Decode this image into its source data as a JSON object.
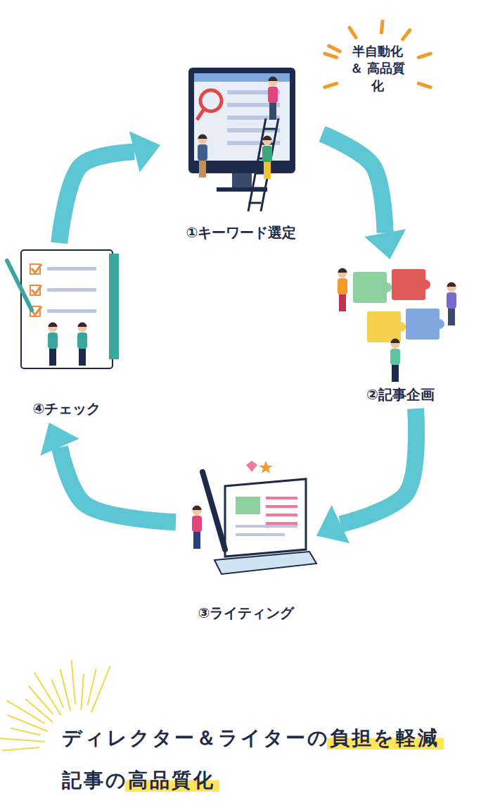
{
  "diagram": {
    "nodes": [
      {
        "text": [
          "半自動化 ＆ 高品質化"
        ]
      },
      {
        "text": [
          "①キーワード選定"
        ],
        "in": 0
      },
      {
        "text": [
          "②記事企画"
        ],
        "in": 0
      },
      {
        "text": [
          "③ライティング"
        ]
      },
      {
        "text": [
          "④チェック"
        ]
      }
    ],
    "edges": [
      {
        "from": 1,
        "to": 2,
        "arrow": "to"
      },
      {
        "from": 2,
        "to": 3,
        "arrow": "to"
      },
      {
        "from": 3,
        "to": 4,
        "arrow": "to"
      },
      {
        "from": 4,
        "to": 1,
        "arrow": "to"
      }
    ],
    "labels": [
      "ディレクター＆ライターの負担を軽減",
      "記事の高品質化"
    ]
  }
}
